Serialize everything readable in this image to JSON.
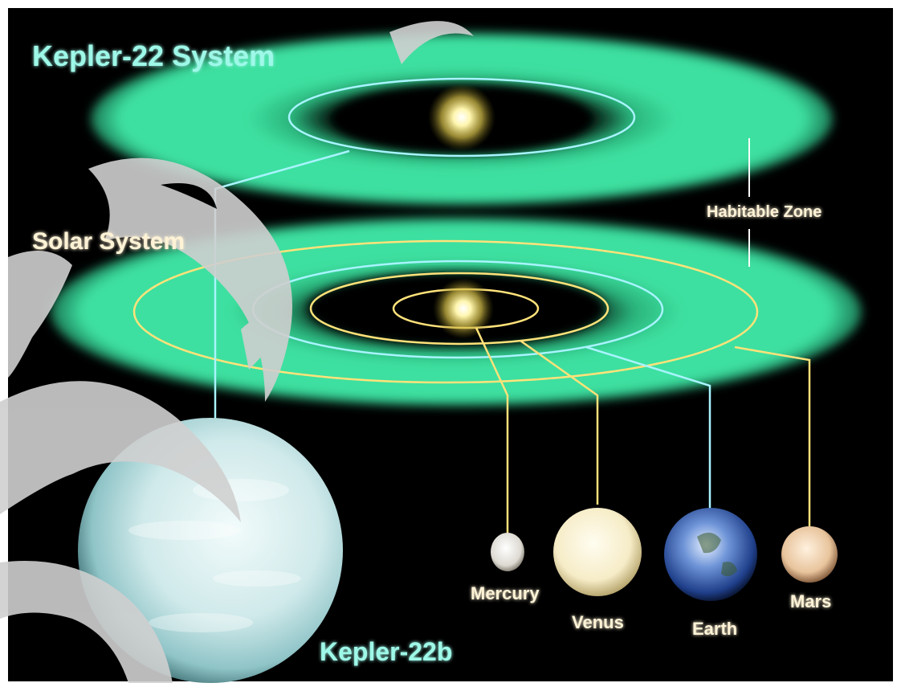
{
  "title": "Kepler-22 System",
  "system_labels": {
    "solar_system": "Solar System",
    "habitable_zone": "Habitable Zone"
  },
  "planets": {
    "kepler22b": "Kepler-22b",
    "mercury": "Mercury",
    "venus": "Venus",
    "earth": "Earth",
    "mars": "Mars"
  },
  "colors": {
    "background": "#000000",
    "habitable_zone": "#3de0a0",
    "star": "#fff6b0",
    "title_text": "#9ef8e8",
    "label_text": "#fff3d6",
    "orbit_cyan": "#a8f4ff",
    "orbit_yellow": "#ffe27a"
  },
  "watermark": "decorative grey swirl watermark"
}
